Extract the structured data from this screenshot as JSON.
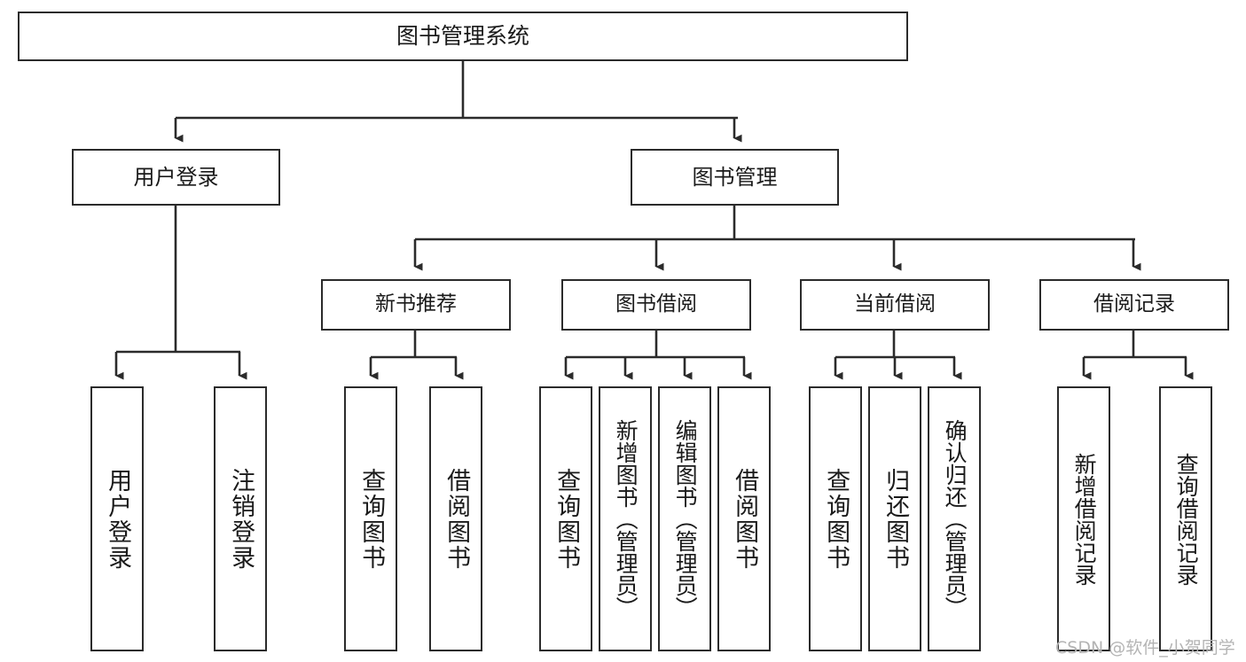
{
  "diagram": {
    "type": "tree-hierarchy-chart",
    "title": "图书管理系统",
    "orientation": "top-down",
    "box_stroke_color": "#2b2b2b",
    "box_fill_color": "#ffffff",
    "connector_color": "#2b2b2b",
    "background_color": "#ffffff",
    "nodes": {
      "root": {
        "label": "图书管理系统",
        "level": 0
      },
      "level2": [
        {
          "id": "user-login",
          "label": "用户登录"
        },
        {
          "id": "book-manage",
          "label": "图书管理"
        }
      ],
      "level3": [
        {
          "id": "new-book-recommend",
          "label": "新书推荐",
          "parent": "book-manage"
        },
        {
          "id": "book-borrow",
          "label": "图书借阅",
          "parent": "book-manage"
        },
        {
          "id": "current-borrow",
          "label": "当前借阅",
          "parent": "book-manage"
        },
        {
          "id": "borrow-record",
          "label": "借阅记录",
          "parent": "book-manage"
        }
      ],
      "leaves": [
        {
          "id": "leaf-user-login",
          "label": "用户登录",
          "parent": "user-login"
        },
        {
          "id": "leaf-user-logout",
          "label": "注销登录",
          "parent": "user-login"
        },
        {
          "id": "leaf-query-book-1",
          "label": "查询图书",
          "parent": "new-book-recommend"
        },
        {
          "id": "leaf-borrow-book-1",
          "label": "借阅图书",
          "parent": "new-book-recommend"
        },
        {
          "id": "leaf-query-book-2",
          "label": "查询图书",
          "parent": "book-borrow"
        },
        {
          "id": "leaf-add-book",
          "label": "新增图书（管理员）",
          "parent": "book-borrow"
        },
        {
          "id": "leaf-edit-book",
          "label": "编辑图书（管理员）",
          "parent": "book-borrow"
        },
        {
          "id": "leaf-borrow-book-2",
          "label": "借阅图书",
          "parent": "book-borrow"
        },
        {
          "id": "leaf-query-book-3",
          "label": "查询图书",
          "parent": "current-borrow"
        },
        {
          "id": "leaf-return-book",
          "label": "归还图书",
          "parent": "current-borrow"
        },
        {
          "id": "leaf-confirm-return",
          "label": "确认归还（管理员）",
          "parent": "current-borrow"
        },
        {
          "id": "leaf-add-record",
          "label": "新增借阅记录",
          "parent": "borrow-record"
        },
        {
          "id": "leaf-query-record",
          "label": "查询借阅记录",
          "parent": "borrow-record"
        }
      ]
    }
  },
  "watermark": {
    "text": "CSDN @软件_小贺同学",
    "color": "#b4b4b4"
  }
}
